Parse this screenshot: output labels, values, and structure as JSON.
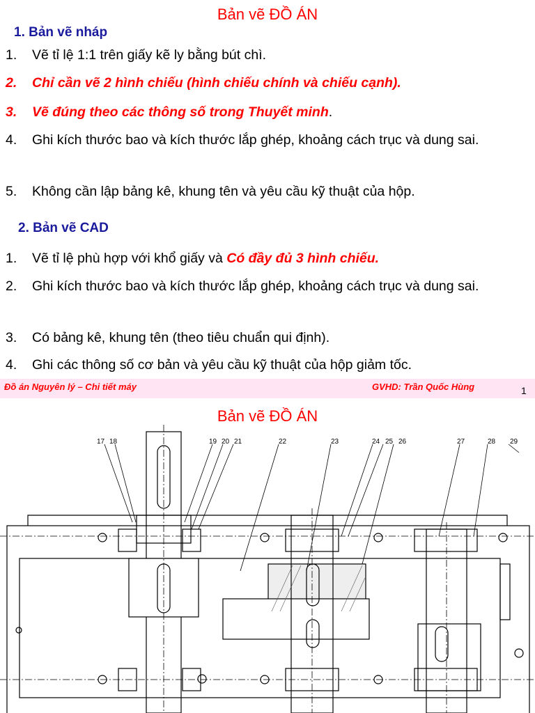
{
  "slide1": {
    "title": "Bản vẽ ĐỒ ÁN",
    "section1": "1. Bản vẽ nháp",
    "items1": [
      {
        "num": "1.",
        "text": "Vẽ tỉ lệ 1:1 trên giấy kẽ ly bằng bút chì."
      },
      {
        "num": "2.",
        "text": "Chỉ cần vẽ 2 hình chiếu (hình chiếu chính và chiếu cạnh)."
      },
      {
        "num": "3.",
        "text": "Vẽ đúng theo các thông số trong Thuyết minh",
        "suffix": "."
      },
      {
        "num": "4.",
        "text": "Ghi kích thước bao và kích thước lắp ghép, khoảng cách trục và dung sai."
      },
      {
        "num": "5.",
        "text": "Không cần lập bảng kê, khung tên và yêu cầu kỹ thuật của hộp."
      }
    ],
    "section2": "2. Bản vẽ CAD",
    "items2": [
      {
        "num": "1.",
        "text": "Vẽ tỉ lệ phù hợp với khổ giấy và ",
        "emph": "Có đầy đủ 3 hình chiếu."
      },
      {
        "num": "2.",
        "text": "Ghi kích thước bao và kích thước lắp ghép, khoảng cách trục và dung sai."
      },
      {
        "num": "3.",
        "text": "Có bảng kê, khung tên (theo tiêu chuẩn qui định)."
      },
      {
        "num": "4.",
        "text": "Ghi các thông số cơ bản và yêu cầu kỹ thuật của hộp giảm tốc."
      }
    ],
    "footer_left": "Đồ án Nguyên lý – Chi tiết máy",
    "footer_right": "GVHD: Trần Quốc Hùng",
    "page_number": "1"
  },
  "slide2": {
    "title": "Bản vẽ ĐỒ ÁN",
    "callouts": [
      "17",
      "18",
      "19",
      "20",
      "21",
      "22",
      "23",
      "24",
      "25",
      "26",
      "27",
      "28",
      "29"
    ]
  },
  "colors": {
    "title_red": "#ff0000",
    "section_blue": "#1a1a9c",
    "footer_pink": "#ffe4f4"
  }
}
